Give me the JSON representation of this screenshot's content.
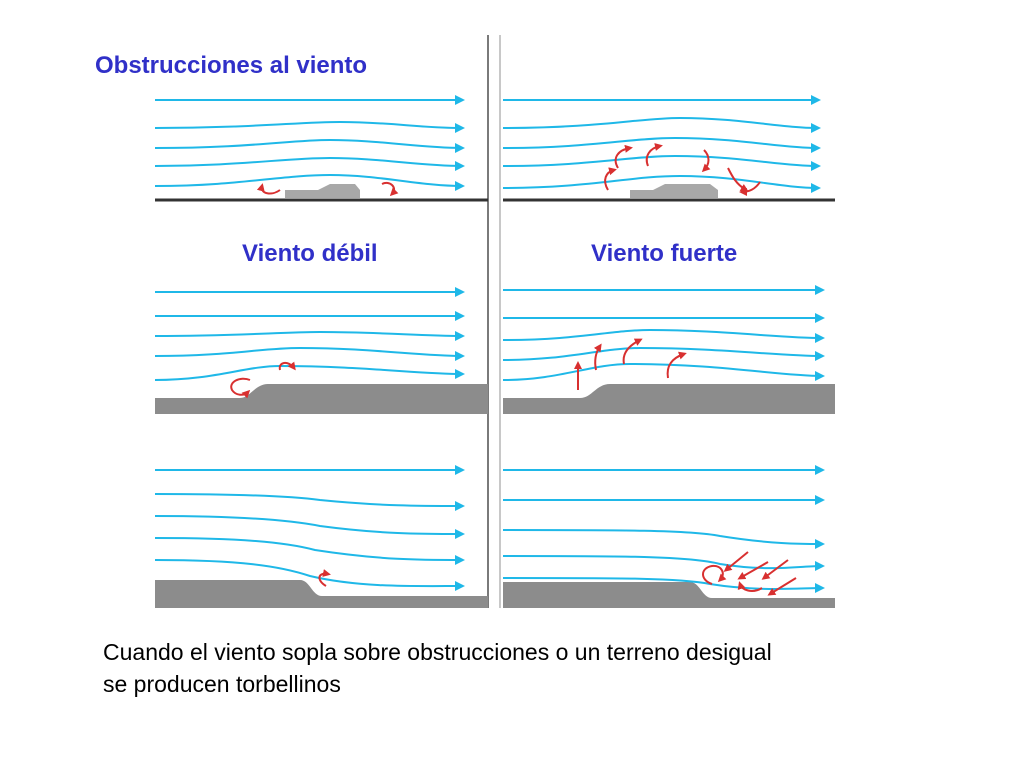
{
  "slide": {
    "title": "Obstrucciones al viento",
    "panel_labels": {
      "weak": "Viento débil",
      "strong": "Viento fuerte"
    },
    "caption_lines": [
      "Cuando el viento sopla sobre obstrucciones o un terreno desigual",
      "se producen torbellinos"
    ]
  },
  "colors": {
    "title": "#3030c8",
    "streamline": "#1fb8e8",
    "eddy_arrow": "#d83030",
    "ground": "#8c8c8c",
    "obstacle": "#a8a8a8",
    "divider": "#9a9a9a"
  },
  "diagram": {
    "rows": [
      "obstruccion",
      "escalon-ascendente",
      "escalon-descendente"
    ],
    "columns": [
      "viento-debil",
      "viento-fuerte"
    ]
  }
}
